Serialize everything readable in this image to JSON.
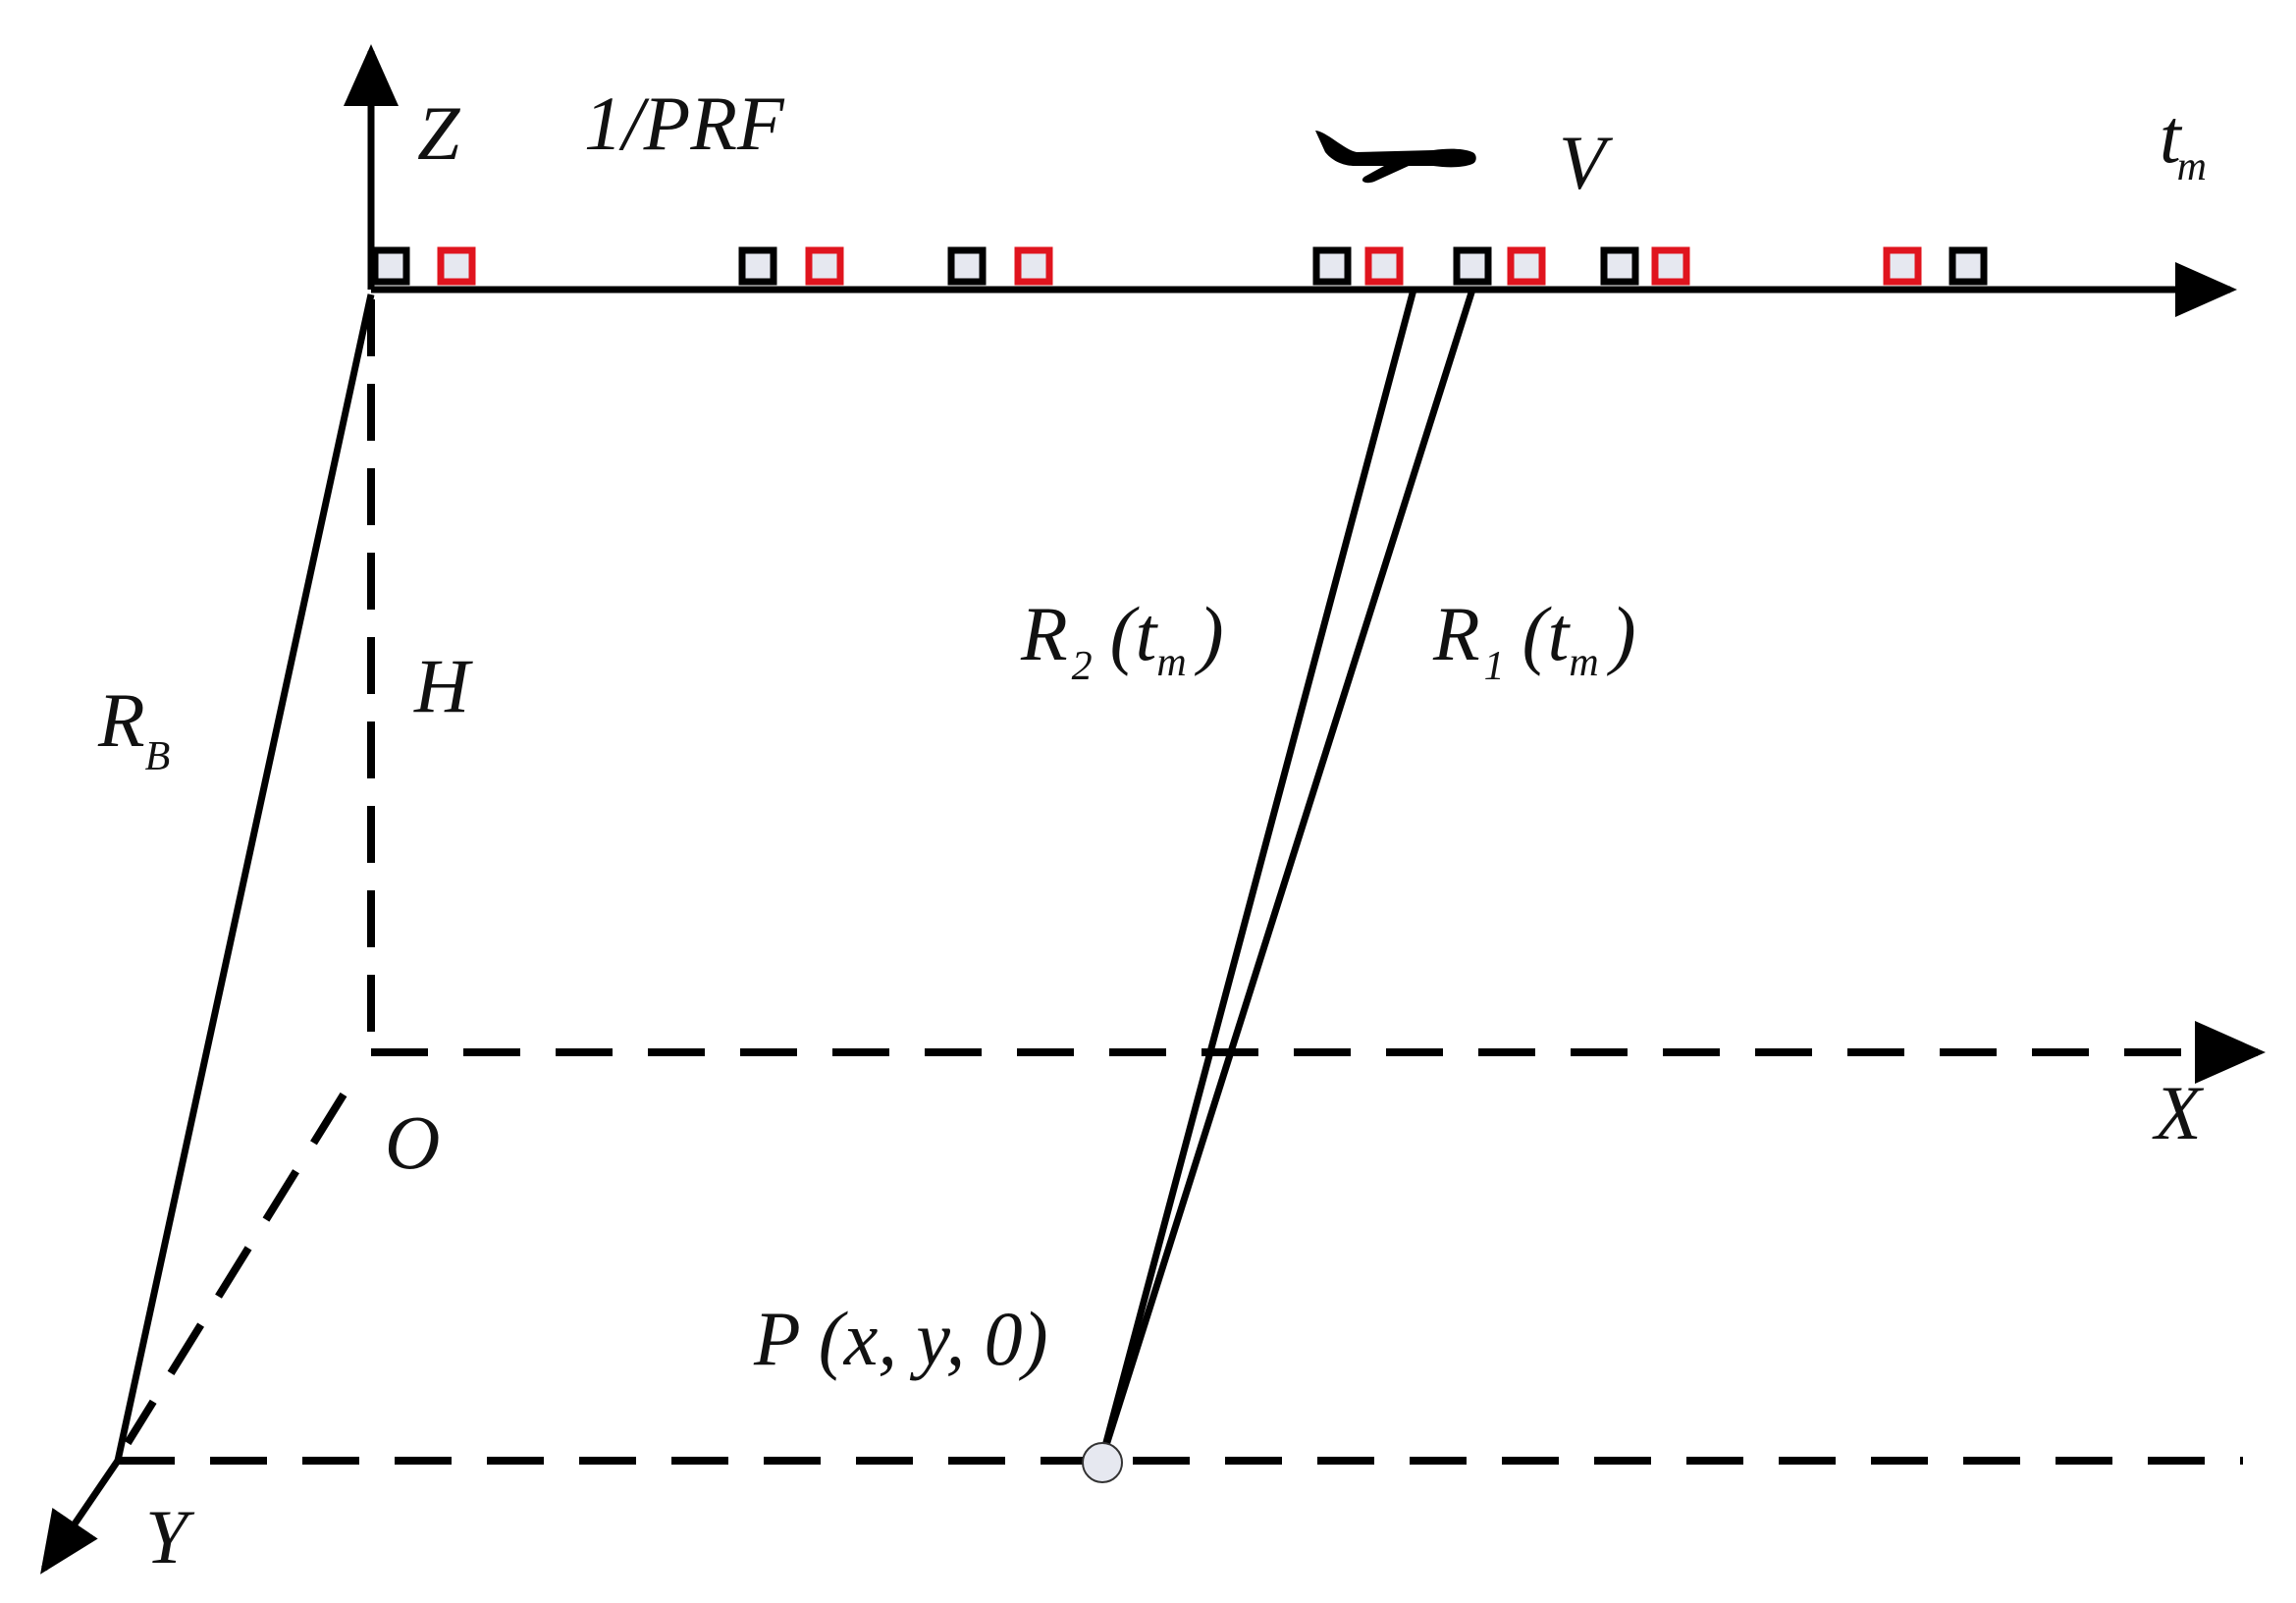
{
  "labels": {
    "z_axis": "Z",
    "x_axis": "X",
    "y_axis": "Y",
    "origin": "O",
    "prf": "1/PRF",
    "velocity": "V",
    "slow_time": "t",
    "slow_time_sub": "m",
    "height": "H",
    "baseline": "R",
    "baseline_sub": "B",
    "r1_main": "R",
    "r1_sub": "1",
    "r1_paren_open": "(t",
    "r1_paren_sub": "m",
    "r1_paren_close": ")",
    "r2_main": "R",
    "r2_sub": "2",
    "r2_paren_open": "(t",
    "r2_paren_sub": "m",
    "r2_paren_close": ")",
    "point": "P (x, y, 0)"
  },
  "icons": {
    "aircraft": "airplane-icon",
    "target": "target-point-icon"
  },
  "colors": {
    "line": "#000000",
    "pulse_a": "#000000",
    "pulse_b": "#e0141e",
    "pulse_fill": "#e6e8f0",
    "target_fill": "#e6e8f0"
  },
  "pulse_pairs": 7
}
